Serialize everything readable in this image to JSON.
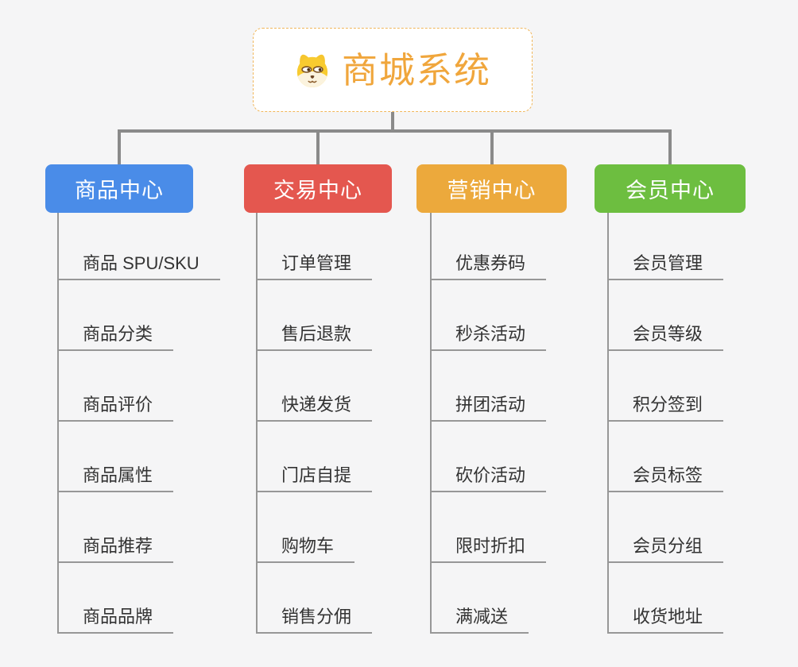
{
  "theme": {
    "canvas-bg": "#f5f5f6",
    "connector-color": "#8a8a8a",
    "child-line-color": "#979797",
    "child-text-color": "#333333",
    "root-bg": "#ffffff",
    "root-border-color": "#f0b65a",
    "root-text-color": "#f0a63c"
  },
  "root": {
    "title": "商城系统",
    "icon": "shiba-dog-icon"
  },
  "branches": [
    {
      "label": "商品中心",
      "color": "#4a8ce8",
      "children": [
        "商品 SPU/SKU",
        "商品分类",
        "商品评价",
        "商品属性",
        "商品推荐",
        "商品品牌"
      ]
    },
    {
      "label": "交易中心",
      "color": "#e4574f",
      "children": [
        "订单管理",
        "售后退款",
        "快递发货",
        "门店自提",
        "购物车",
        "销售分佣"
      ]
    },
    {
      "label": "营销中心",
      "color": "#eca93c",
      "children": [
        "优惠券码",
        "秒杀活动",
        "拼团活动",
        "砍价活动",
        "限时折扣",
        "满减送"
      ]
    },
    {
      "label": "会员中心",
      "color": "#6dbe40",
      "children": [
        "会员管理",
        "会员等级",
        "积分签到",
        "会员标签",
        "会员分组",
        "收货地址"
      ]
    }
  ]
}
